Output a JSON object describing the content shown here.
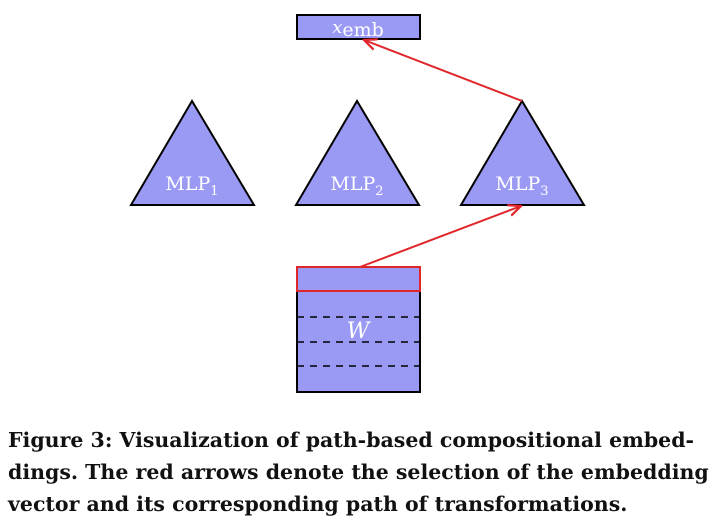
{
  "diagram": {
    "embedding_label": "x",
    "embedding_label_sub": "emb",
    "mlp_nodes": [
      {
        "label": "MLP",
        "sub": "1"
      },
      {
        "label": "MLP",
        "sub": "2"
      },
      {
        "label": "MLP",
        "sub": "3"
      }
    ],
    "matrix_label": "W",
    "colors": {
      "fill": "#9a9af4",
      "stroke": "#000000",
      "highlight": "#e0262b"
    }
  },
  "caption": {
    "line1": "Figure 3: Visualization of path-based compositional embed-",
    "line2": "dings. The red arrows denote the selection of the embedding",
    "line3": "vector and its corresponding path of transformations."
  }
}
